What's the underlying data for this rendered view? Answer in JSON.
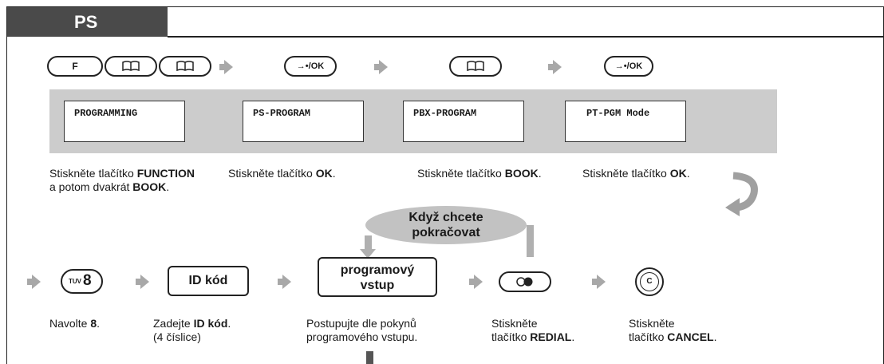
{
  "section_tab": "PS",
  "keys": {
    "function": "F",
    "ok": "→•/OK",
    "key8_letters": "TUV",
    "key8_digit": "8",
    "cancel": "C"
  },
  "displays": [
    "PROGRAMMING",
    "PS-PROGRAM",
    "PBX-PROGRAM",
    "PT-PGM Mode"
  ],
  "continue_bubble": [
    "Když chcete",
    "pokračovat"
  ],
  "boxes": {
    "id_code": "ID kód",
    "prog_entry_1": "programový",
    "prog_entry_2": "vstup"
  },
  "captions": {
    "c1_a": "Stiskněte tlačítko ",
    "c1_b": "FUNCTION",
    "c1_c": "a potom dvakrát ",
    "c1_d": "BOOK",
    "c1_e": ".",
    "c2_a": "Stiskněte tlačítko ",
    "c2_b": "OK",
    "c2_c": ".",
    "c3_a": "Stiskněte tlačítko ",
    "c3_b": "BOOK",
    "c3_c": ".",
    "c4_a": "Stiskněte tlačítko ",
    "c4_b": "OK",
    "c4_c": ".",
    "c5_a": "Navolte ",
    "c5_b": "8",
    "c5_c": ".",
    "c6_a": "Zadejte ",
    "c6_b": "ID kód",
    "c6_c": ".",
    "c6_d": "(4 číslice)",
    "c7_a": "Postupujte dle pokynů",
    "c7_b": "programového vstupu.",
    "c8_a": "Stiskněte",
    "c8_b": "tlačítko ",
    "c8_c": "REDIAL",
    "c8_d": ".",
    "c9_a": "Stiskněte",
    "c9_b": "tlačítko ",
    "c9_c": "CANCEL",
    "c9_d": "."
  }
}
